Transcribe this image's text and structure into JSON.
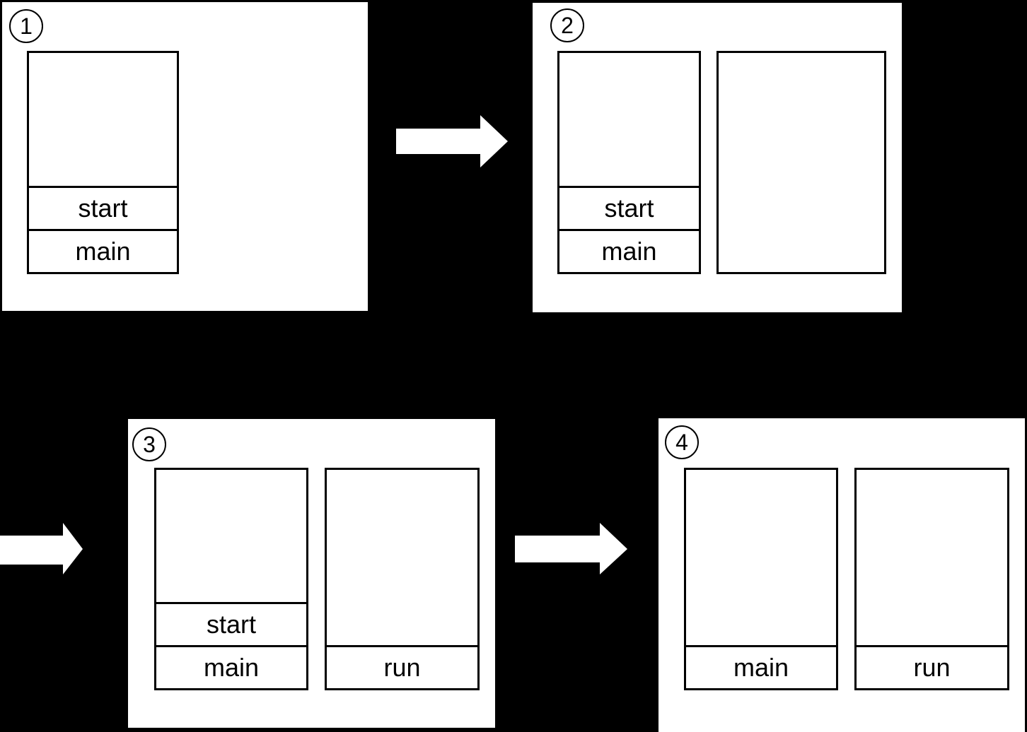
{
  "colors": {
    "background": "#000000",
    "panel_background": "#ffffff",
    "line": "#000000",
    "arrow": "#ffffff"
  },
  "panels": [
    {
      "number": "1",
      "stacks": [
        {
          "frames": [
            {
              "label": "start"
            },
            {
              "label": "main"
            }
          ]
        }
      ]
    },
    {
      "number": "2",
      "stacks": [
        {
          "frames": [
            {
              "label": "start"
            },
            {
              "label": "main"
            }
          ]
        },
        {
          "frames": []
        }
      ]
    },
    {
      "number": "3",
      "stacks": [
        {
          "frames": [
            {
              "label": "start"
            },
            {
              "label": "main"
            }
          ]
        },
        {
          "frames": [
            {
              "label": "run"
            }
          ]
        }
      ]
    },
    {
      "number": "4",
      "stacks": [
        {
          "frames": [
            {
              "label": "main"
            }
          ]
        },
        {
          "frames": [
            {
              "label": "run"
            }
          ]
        }
      ]
    }
  ],
  "arrows": [
    {
      "icon": "arrow-right",
      "from": "panel-1",
      "to": "panel-2"
    },
    {
      "icon": "arrow-right",
      "from": "left-edge",
      "to": "panel-3"
    },
    {
      "icon": "arrow-right",
      "from": "panel-3",
      "to": "panel-4"
    }
  ]
}
